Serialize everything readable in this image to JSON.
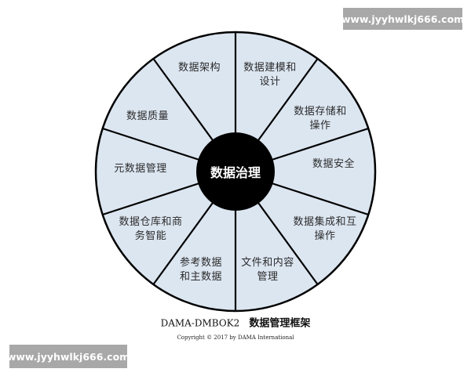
{
  "diagram": {
    "title_en": "DAMA-DMBOK2",
    "title_cn": "数据管理框架",
    "copyright": "Copyright © 2017  by DAMA International",
    "center": {
      "label": "数据治理",
      "fill": "#000000",
      "text_color": "#ffffff"
    },
    "ring_fill": "#dce6f1",
    "ring_stroke": "#000000",
    "segments": [
      {
        "label": "数据架构"
      },
      {
        "label": "数据建模和\n设计"
      },
      {
        "label": "数据存储和\n操作"
      },
      {
        "label": "数据安全"
      },
      {
        "label": "数据集成和互\n操作"
      },
      {
        "label": "文件和内容\n管理"
      },
      {
        "label": "参考数据\n和主数据"
      },
      {
        "label": "数据仓库和商\n务智能"
      },
      {
        "label": "元数据管理"
      },
      {
        "label": "数据质量"
      }
    ]
  },
  "watermarks": {
    "top": "www.jyyhwlkj666.com",
    "bottom": "www.jyyhwlkj666.com"
  }
}
